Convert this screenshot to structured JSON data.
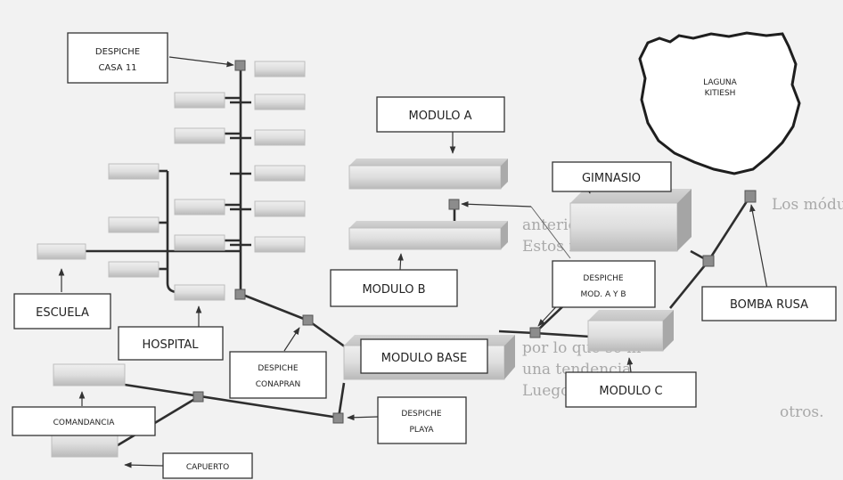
{
  "labels": {
    "despiche_casa11": [
      "DESPICHE",
      "CASA 11"
    ],
    "modulo_a": "MODULO A",
    "gimnasio": "GIMNASIO",
    "laguna": [
      "LAGUNA",
      "KITIESH"
    ],
    "modulo_b": "MODULO B",
    "despiche_mod_ab": [
      "DESPICHE",
      "MOD. A Y B"
    ],
    "bomba_rusa": "BOMBA RUSA",
    "escuela": "ESCUELA",
    "hospital": "HOSPITAL",
    "despiche_conapran": [
      "DESPICHE",
      "CONAPRAN"
    ],
    "modulo_base": "MODULO  BASE",
    "modulo_c": "MODULO  C",
    "comandancia": "COMANDANCIA",
    "despiche_playa": [
      "DESPICHE",
      "PLAYA"
    ],
    "capuerto": "CAPUERTO"
  },
  "background_text": [
    "Los módulos",
    "anterior",
    "Estos mód",
    "por lo que se m",
    "una tendencia",
    "Luego con la",
    "otros."
  ]
}
